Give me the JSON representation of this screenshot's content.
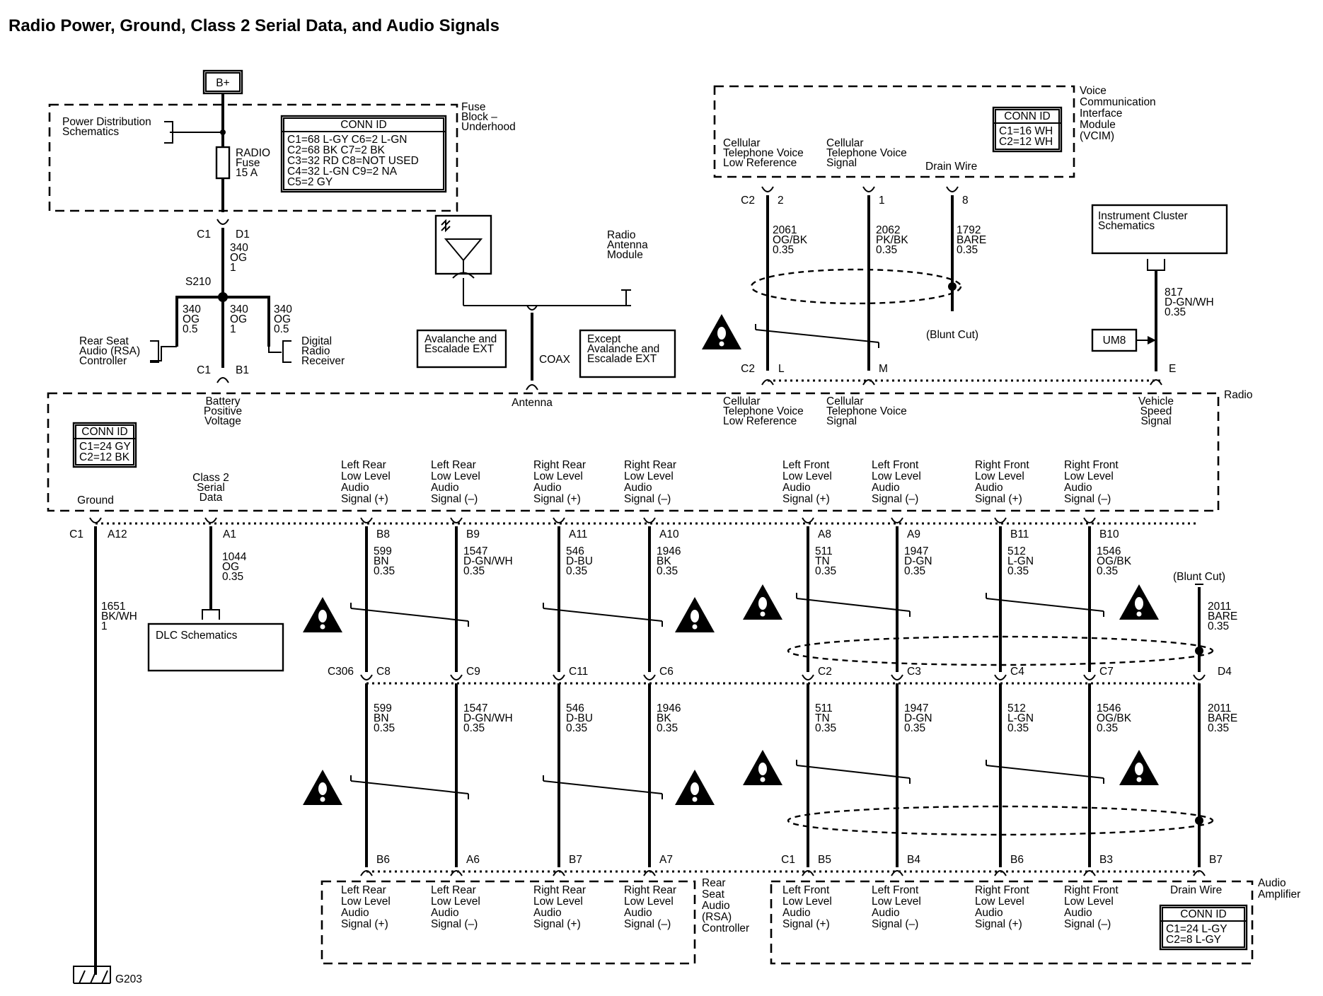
{
  "title": "Radio Power, Ground, Class 2 Serial Data, and Audio Signals",
  "power": {
    "bplus": "B+",
    "pd_schematics": [
      "Power Distribution",
      "Schematics"
    ],
    "fuse_label": [
      "RADIO",
      "Fuse",
      "15 A"
    ],
    "fuse_block": [
      "Fuse",
      "Block –",
      "Underhood"
    ],
    "conn_id": {
      "header": "CONN ID",
      "rows": [
        "C1=68 L-GY   C6=2 L-GN",
        "C2=68 BK        C7=2 BK",
        "C3=32 RD        C8=NOT USED",
        "C4=32 L-GN   C9=2 NA",
        "C5=2 GY"
      ]
    },
    "c1": "C1",
    "d1": "D1",
    "wire340": [
      "340",
      "OG",
      "1"
    ],
    "splice": "S210",
    "wire_rsa": [
      "340",
      "OG",
      "0.5"
    ],
    "wire_mid": [
      "340",
      "OG",
      "1"
    ],
    "wire_drr": [
      "340",
      "OG",
      "0.5"
    ],
    "rsa_ctrl": [
      "Rear Seat",
      "Audio (RSA)",
      "Controller"
    ],
    "drr": [
      "Digital",
      "Radio",
      "Receiver"
    ],
    "b1": "B1",
    "batt": [
      "Battery",
      "Positive",
      "Voltage"
    ]
  },
  "antenna": {
    "module": [
      "Radio",
      "Antenna",
      "Module"
    ],
    "avalanche": [
      "Avalanche and",
      "Escalade EXT"
    ],
    "except": [
      "Except",
      "Avalanche and",
      "Escalade EXT"
    ],
    "coax": "COAX",
    "label": "Antenna"
  },
  "vcim": {
    "name": [
      "Voice",
      "Communication",
      "Interface",
      "Module",
      "(VCIM)"
    ],
    "conn": {
      "header": "CONN ID",
      "rows": [
        "C1=16 WH",
        "C2=12 WH"
      ]
    },
    "pins": [
      {
        "label": [
          "Cellular",
          "Telephone Voice",
          "Low Reference"
        ],
        "conn": "C2",
        "pin": "2",
        "wire": [
          "2061",
          "OG/BK",
          "0.35"
        ],
        "radio_pin": "L"
      },
      {
        "label": [
          "Cellular",
          "Telephone Voice",
          "Signal"
        ],
        "pin": "1",
        "wire": [
          "2062",
          "PK/BK",
          "0.35"
        ],
        "radio_pin": "M"
      },
      {
        "label": [
          "Drain Wire"
        ],
        "pin": "8",
        "wire": [
          "1792",
          "BARE",
          "0.35"
        ]
      }
    ],
    "blunt": "(Blunt Cut)",
    "radio_conn": "C2"
  },
  "ic": {
    "box": [
      "Instrument Cluster",
      "Schematics"
    ],
    "wire": [
      "817",
      "D-GN/WH",
      "0.35"
    ],
    "um8": "UM8",
    "pin": "E"
  },
  "radio": {
    "name": "Radio",
    "conn": {
      "header": "CONN ID",
      "rows": [
        "C1=24 GY",
        "C2=12 BK"
      ]
    },
    "cell_ref": [
      "Cellular",
      "Telephone Voice",
      "Low Reference"
    ],
    "cell_sig": [
      "Cellular",
      "Telephone Voice",
      "Signal"
    ],
    "vss": [
      "Vehicle",
      "Speed",
      "Signal"
    ],
    "ground": "Ground",
    "class2": [
      "Class 2",
      "Serial",
      "Data"
    ],
    "audio": [
      [
        "Left Rear",
        "Low Level",
        "Audio",
        "Signal (+)"
      ],
      [
        "Left Rear",
        "Low Level",
        "Audio",
        "Signal (–)"
      ],
      [
        "Right Rear",
        "Low Level",
        "Audio",
        "Signal (+)"
      ],
      [
        "Right Rear",
        "Low Level",
        "Audio",
        "Signal (–)"
      ],
      [
        "Left Front",
        "Low Level",
        "Audio",
        "Signal (+)"
      ],
      [
        "Left Front",
        "Low Level",
        "Audio",
        "Signal (–)"
      ],
      [
        "Right Front",
        "Low Level",
        "Audio",
        "Signal (+)"
      ],
      [
        "Right Front",
        "Low Level",
        "Audio",
        "Signal (–)"
      ]
    ]
  },
  "lower": {
    "c1": "C1",
    "a12": "A12",
    "a1": "A1",
    "gnd_wire": [
      "1651",
      "BK/WH",
      "1"
    ],
    "ser_wire": [
      "1044",
      "OG",
      "0.35"
    ],
    "dlc": "DLC Schematics",
    "g203": "G203",
    "top_pins": [
      "B8",
      "B9",
      "A11",
      "A10",
      "A8",
      "A9",
      "B11",
      "B10"
    ],
    "wires": [
      [
        "599",
        "BN",
        "0.35"
      ],
      [
        "1547",
        "D-GN/WH",
        "0.35"
      ],
      [
        "546",
        "D-BU",
        "0.35"
      ],
      [
        "1946",
        "BK",
        "0.35"
      ],
      [
        "511",
        "TN",
        "0.35"
      ],
      [
        "1947",
        "D-GN",
        "0.35"
      ],
      [
        "512",
        "L-GN",
        "0.35"
      ],
      [
        "1546",
        "OG/BK",
        "0.35"
      ]
    ],
    "blunt": "(Blunt Cut)",
    "drain_wire": [
      "2011",
      "BARE",
      "0.35"
    ],
    "c306": "C306",
    "mid_pins": [
      "C8",
      "C9",
      "C11",
      "C6",
      "C2",
      "C3",
      "C4",
      "C7"
    ],
    "drain_mid": "D4",
    "bot_pins": [
      "B6",
      "A6",
      "B7",
      "A7",
      "B5",
      "B4",
      "B6",
      "B3"
    ],
    "drain_bot": "B7",
    "amp_c1": "C1"
  },
  "rsa": {
    "name": [
      "Rear",
      "Seat",
      "Audio",
      "(RSA)",
      "Controller"
    ],
    "labels": [
      [
        "Left Rear",
        "Low Level",
        "Audio",
        "Signal (+)"
      ],
      [
        "Left Rear",
        "Low Level",
        "Audio",
        "Signal (–)"
      ],
      [
        "Right Rear",
        "Low Level",
        "Audio",
        "Signal (+)"
      ],
      [
        "Right Rear",
        "Low Level",
        "Audio",
        "Signal (–)"
      ]
    ]
  },
  "amp": {
    "name": [
      "Audio",
      "Amplifier"
    ],
    "labels": [
      [
        "Left Front",
        "Low Level",
        "Audio",
        "Signal (+)"
      ],
      [
        "Left Front",
        "Low Level",
        "Audio",
        "Signal (–)"
      ],
      [
        "Right Front",
        "Low Level",
        "Audio",
        "Signal (+)"
      ],
      [
        "Right Front",
        "Low Level",
        "Audio",
        "Signal (–)"
      ]
    ],
    "drain": "Drain Wire",
    "conn": {
      "header": "CONN ID",
      "rows": [
        "C1=24 L-GY",
        "C2=8 L-GY"
      ]
    }
  }
}
